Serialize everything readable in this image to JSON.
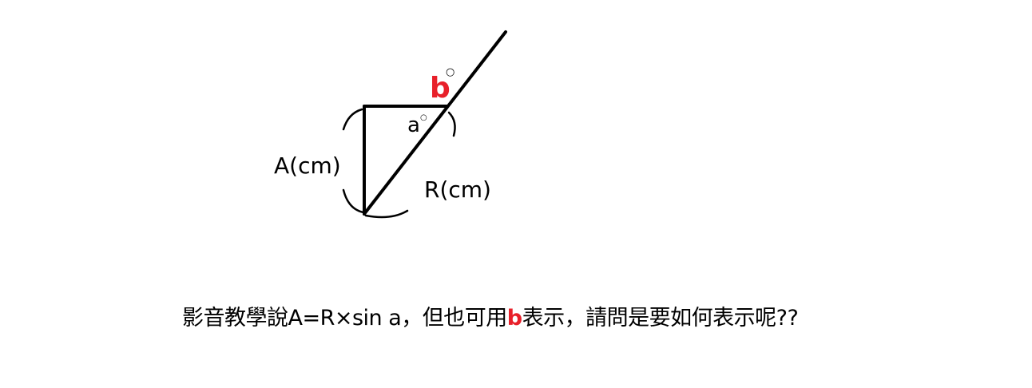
{
  "diagram": {
    "label_b": "b",
    "label_b_degree": "○",
    "label_a": "a",
    "label_a_degree": "○",
    "label_A": "A(cm)",
    "label_R": "R(cm)",
    "highlight_color": "#e8202a"
  },
  "question": {
    "part1": "影音教學說A=R×sin a，但也可用",
    "highlight": "b",
    "part2": "表示，請問是要如何表示呢??"
  }
}
